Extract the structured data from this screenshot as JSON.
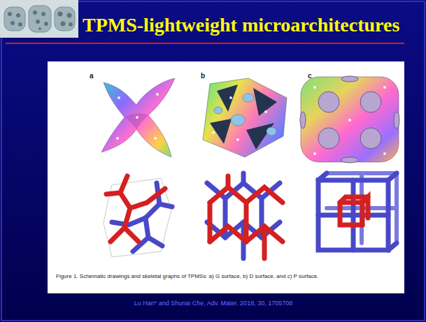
{
  "diagram": {
    "title": "TPMS-lightweight microarchitectures",
    "caption": "Figure 1. Schematic drawings and skeletal graphs of TPMSs: a) G surface, b) D surface, and c) P surface.",
    "labels": [
      "a",
      "b",
      "c",
      "Lu Han* and Shunai Che, Adv. Mater. 2018, 30, 1705708"
    ]
  }
}
